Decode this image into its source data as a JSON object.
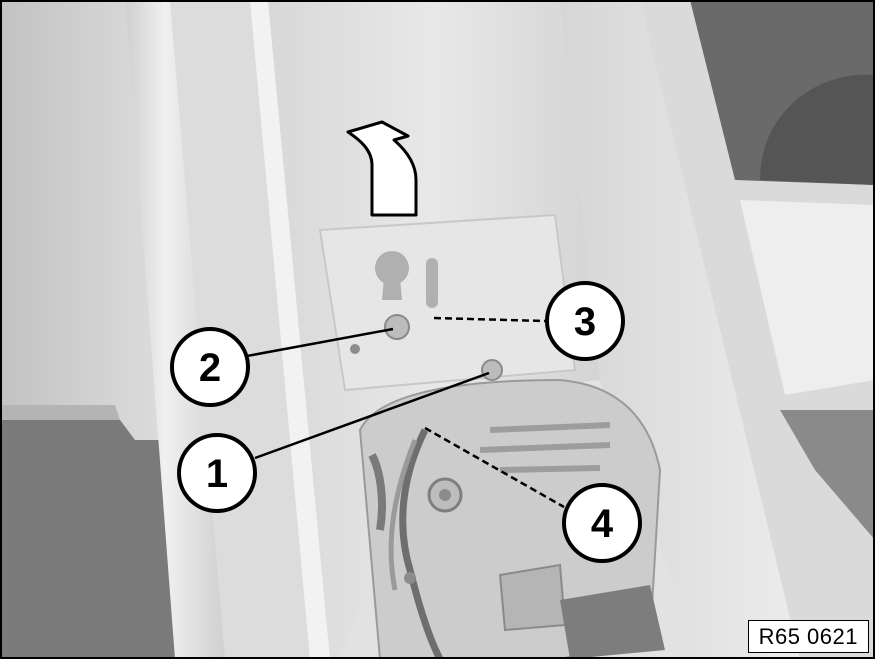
{
  "figure": {
    "reference_code": "R65 0621",
    "callouts": [
      {
        "id": "callout-1",
        "label": "1"
      },
      {
        "id": "callout-2",
        "label": "2"
      },
      {
        "id": "callout-3",
        "label": "3"
      },
      {
        "id": "callout-4",
        "label": "4"
      }
    ],
    "arrow_direction": "up"
  }
}
